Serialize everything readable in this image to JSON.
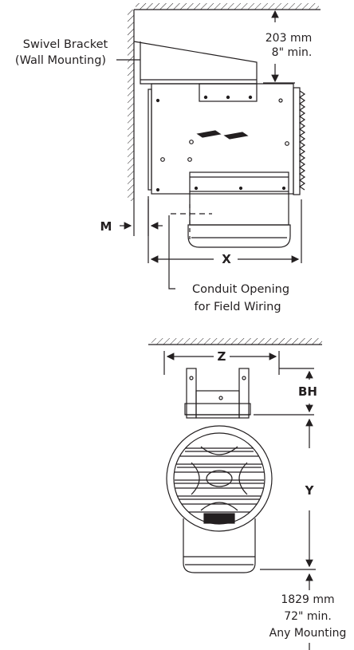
{
  "side_view": {
    "bracket_label_line1": "Swivel Bracket",
    "bracket_label_line2": "(Wall Mounting)",
    "clearance_mm": "203 mm",
    "clearance_in": "8\" min.",
    "dim_m": "M",
    "dim_x": "X",
    "conduit_line1": "Conduit Opening",
    "conduit_line2": "for Field Wiring"
  },
  "front_view": {
    "dim_z": "Z",
    "dim_bh": "BH",
    "dim_y": "Y",
    "floor_mm": "1829 mm",
    "floor_in": "72\" min.",
    "floor_note": "Any Mounting"
  },
  "colors": {
    "ink": "#231f20"
  }
}
